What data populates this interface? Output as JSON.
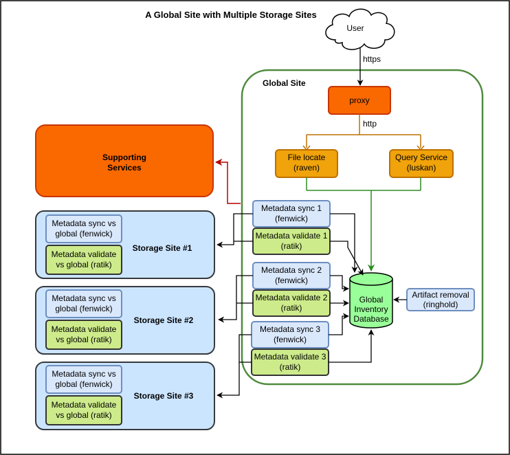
{
  "diagram": {
    "title": "A Global Site with Multiple Storage Sites",
    "user": "User",
    "edge_https": "https",
    "edge_http": "http",
    "global_site": {
      "label": "Global Site"
    },
    "proxy": {
      "label": "proxy"
    },
    "file_locate": {
      "line1": "File locate",
      "line2": "(raven)"
    },
    "query_service": {
      "line1": "Query Service",
      "line2": "(luskan)"
    },
    "supporting_services": {
      "line1": "Supporting",
      "line2": "Services"
    },
    "global_inventory": {
      "line1": "Global",
      "line2": "Inventory",
      "line3": "Database"
    },
    "artifact_removal": {
      "line1": "Artifact removal",
      "line2": "(ringhold)"
    },
    "global_sync": [
      {
        "sync_line1": "Metadata sync 1",
        "sync_line2": "(fenwick)",
        "validate_line1": "Metadata validate 1",
        "validate_line2": "(ratik)"
      },
      {
        "sync_line1": "Metadata sync 2",
        "sync_line2": "(fenwick)",
        "validate_line1": "Metadata validate 2",
        "validate_line2": "(ratik)"
      },
      {
        "sync_line1": "Metadata sync 3",
        "sync_line2": "(fenwick)",
        "validate_line1": "Metadata validate 3",
        "validate_line2": "(ratik)"
      }
    ],
    "storage_sites": [
      {
        "label": "Storage Site #1",
        "sync_line1": "Metadata sync vs",
        "sync_line2": "global (fenwick)",
        "validate_line1": "Metadata validate",
        "validate_line2": "vs global (ratik)"
      },
      {
        "label": "Storage Site #2",
        "sync_line1": "Metadata sync vs",
        "sync_line2": "global (fenwick)",
        "validate_line1": "Metadata validate",
        "validate_line2": "vs global (ratik)"
      },
      {
        "label": "Storage Site #3",
        "sync_line1": "Metadata sync vs",
        "sync_line2": "global (fenwick)",
        "validate_line1": "Metadata validate",
        "validate_line2": "vs global (ratik)"
      }
    ],
    "colors": {
      "orange_dark": "#FA6800",
      "orange_dark_border": "#C73500",
      "orange_light": "#F0A30A",
      "orange_light_border": "#BD7000",
      "blue_fill": "#DAE8FC",
      "blue_border": "#6C8EBF",
      "storage_fill": "#CCE5FF",
      "green_fill": "#CDEB8B",
      "db_fill": "#99FF99",
      "global_border": "#4F8A3C",
      "red_edge": "#B20000"
    }
  }
}
